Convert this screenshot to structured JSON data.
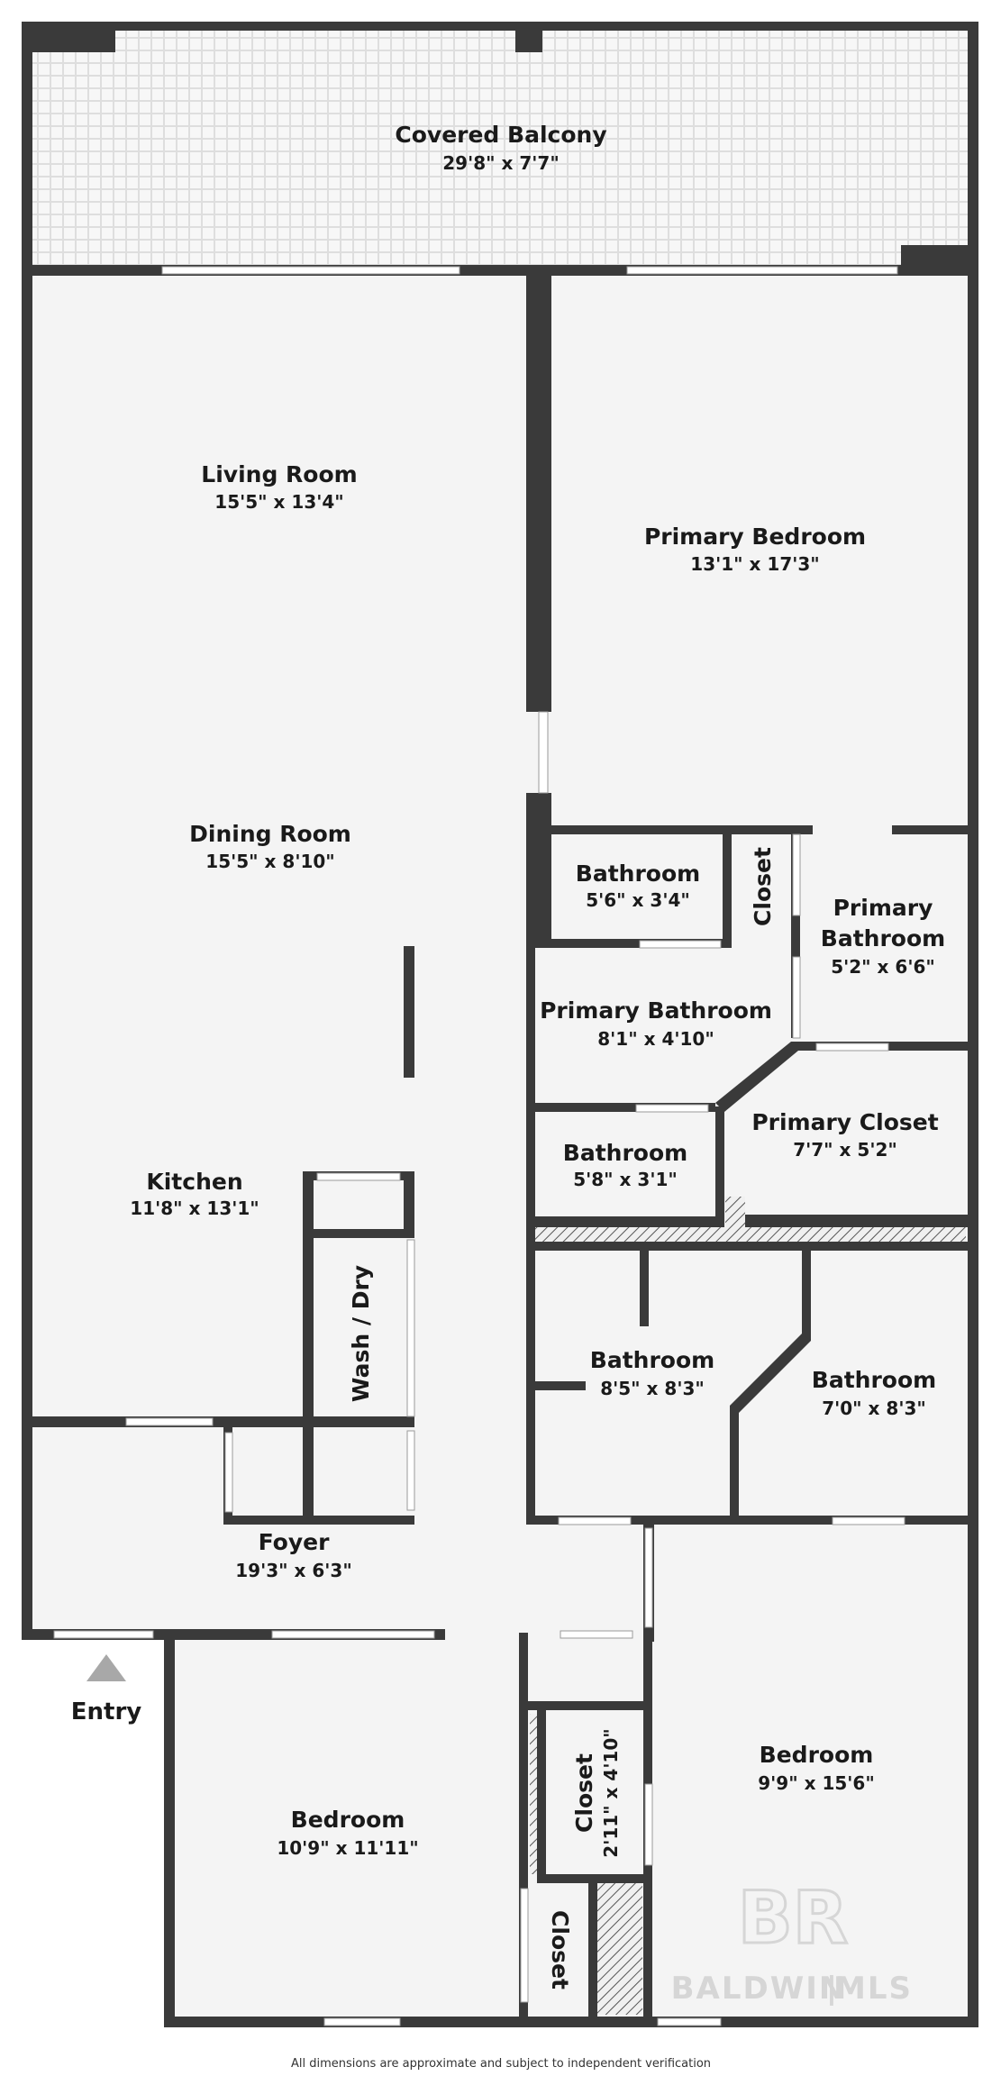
{
  "colors": {
    "wall": "#3a3a3a",
    "floor": "#f4f4f4",
    "balcony_floor": "#f7f7f7",
    "background": "#ffffff",
    "entry_marker": "#a8a8a8",
    "watermark": "#d6d6d6"
  },
  "rooms": {
    "covered_balcony": {
      "name": "Covered Balcony",
      "dims": "29'8\" x 7'7\""
    },
    "living_room": {
      "name": "Living Room",
      "dims": "15'5\" x 13'4\""
    },
    "primary_bedroom": {
      "name": "Primary Bedroom",
      "dims": "13'1\" x 17'3\""
    },
    "dining_room": {
      "name": "Dining Room",
      "dims": "15'5\" x 8'10\""
    },
    "bathroom_a": {
      "name": "Bathroom",
      "dims": "5'6\" x 3'4\""
    },
    "closet_a": {
      "name": "Closet"
    },
    "primary_bathroom_a": {
      "name_line1": "Primary",
      "name_line2": "Bathroom",
      "dims": "5'2\" x 6'6\""
    },
    "primary_bathroom_b": {
      "name": "Primary Bathroom",
      "dims": "8'1\" x 4'10\""
    },
    "kitchen": {
      "name": "Kitchen",
      "dims": "11'8\" x 13'1\""
    },
    "bathroom_b": {
      "name": "Bathroom",
      "dims": "5'8\" x 3'1\""
    },
    "primary_closet": {
      "name": "Primary Closet",
      "dims": "7'7\" x 5'2\""
    },
    "wash_dry": {
      "name": "Wash / Dry"
    },
    "bathroom_c": {
      "name": "Bathroom",
      "dims": "8'5\" x 8'3\""
    },
    "bathroom_d": {
      "name": "Bathroom",
      "dims": "7'0\" x 8'3\""
    },
    "foyer": {
      "name": "Foyer",
      "dims": "19'3\" x 6'3\""
    },
    "bedroom_a": {
      "name": "Bedroom",
      "dims": "10'9\" x 11'11\""
    },
    "closet_b": {
      "name": "Closet",
      "dims": "2'11\" x 4'10\""
    },
    "bedroom_b": {
      "name": "Bedroom",
      "dims": "9'9\" x 15'6\""
    },
    "closet_c": {
      "name": "Closet"
    }
  },
  "entry_label": "Entry",
  "watermark": {
    "letters": "BR",
    "text": "BALDWIN",
    "divider": "|",
    "suffix": "MLS"
  },
  "footer_note": "All dimensions are approximate and subject to independent verification"
}
